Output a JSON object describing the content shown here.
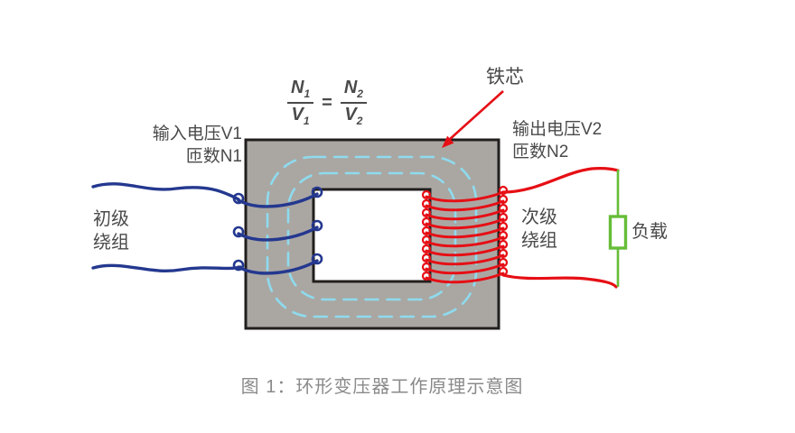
{
  "figure": {
    "formula": {
      "lhs_num": "N",
      "lhs_num_sub": "1",
      "lhs_den": "V",
      "lhs_den_sub": "1",
      "eq": "=",
      "rhs_num": "N",
      "rhs_num_sub": "2",
      "rhs_den": "V",
      "rhs_den_sub": "2"
    },
    "labels": {
      "core": "铁芯",
      "input_line1": "输入电压V1",
      "input_line2": "匝数N1",
      "output_line1": "输出电压V2",
      "output_line2": "匝数N2",
      "primary_line1": "初级",
      "primary_line2": "绕组",
      "secondary_line1": "次级",
      "secondary_line2": "绕组",
      "load": "负载"
    },
    "caption": "图 1：环形变压器工作原理示意图",
    "windings": {
      "primary_turns_drawn": 3,
      "secondary_turns_drawn": 10
    },
    "colors": {
      "core_fill": "#aaa7a3",
      "outline": "#221e1e",
      "flux": "#8edbee",
      "primary": "#24388f",
      "secondary": "#e60f15",
      "load": "#66bd38",
      "label": "#4a4a4a",
      "caption": "#8a8a8a"
    }
  }
}
